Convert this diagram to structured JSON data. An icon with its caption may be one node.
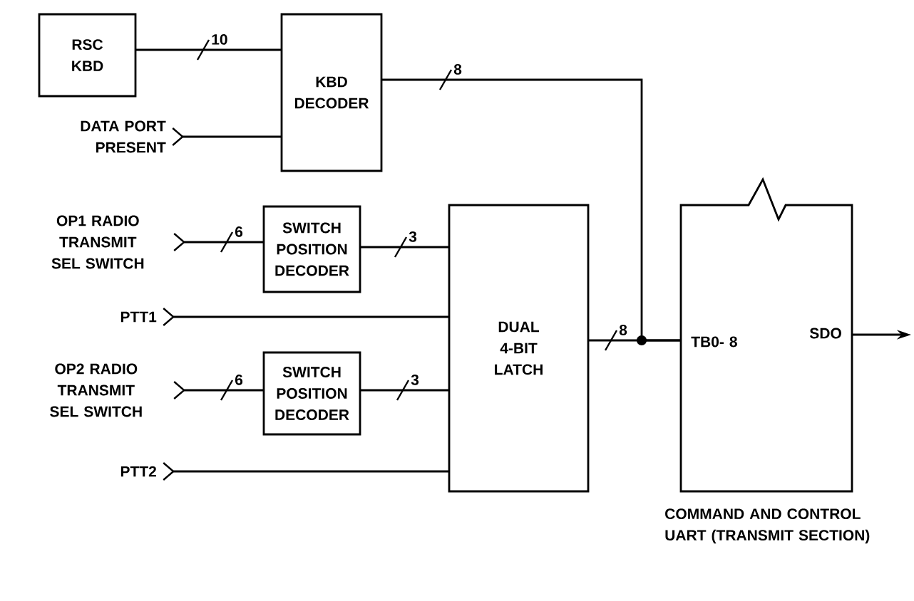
{
  "diagram": {
    "nodes": [
      {
        "text": [
          "RSC KBD"
        ]
      },
      {
        "text": [
          "KBD DECODER"
        ]
      },
      {
        "text": [
          "DATA PORT PRESENT"
        ]
      },
      {
        "text": [
          "OP1 RADIO TRANSMIT SEL SWITCH"
        ]
      },
      {
        "text": [
          "SWITCH POSITION DECODER"
        ]
      },
      {
        "text": [
          "PTT1"
        ]
      },
      {
        "text": [
          "DUAL 4-BIT LATCH"
        ]
      },
      {
        "text": [
          "OP2 RADIO TRANSMIT SEL SWITCH"
        ]
      },
      {
        "text": [
          "SWITCH POSITION DECODER"
        ]
      },
      {
        "text": [
          "PTT2"
        ]
      },
      {
        "text": [
          "TB0- 8",
          "SDO"
        ],
        "beside": [
          "COMMAND AND CONTROL UART (TRANSMIT SECTION)"
        ]
      }
    ],
    "edges": [
      {
        "from": 0,
        "to": 1,
        "arrow": "none",
        "label": "10"
      },
      {
        "from": 2,
        "to": 1,
        "arrow": "other"
      },
      {
        "from": 3,
        "to": 4,
        "arrow": "other",
        "label": "6"
      },
      {
        "from": 4,
        "to": 6,
        "arrow": "none",
        "label": "3"
      },
      {
        "from": 5,
        "to": 6,
        "arrow": "other"
      },
      {
        "from": 7,
        "to": 8,
        "arrow": "other",
        "label": "6"
      },
      {
        "from": 8,
        "to": 6,
        "arrow": "none",
        "label": "3"
      },
      {
        "from": 9,
        "to": 6,
        "arrow": "other"
      },
      {
        "from": 1,
        "to": 10,
        "arrow": "none",
        "label": "8"
      },
      {
        "from": 6,
        "to": 10,
        "arrow": "none",
        "label": "8"
      },
      {
        "from": 10,
        "to": null,
        "arrow": "to"
      }
    ]
  }
}
